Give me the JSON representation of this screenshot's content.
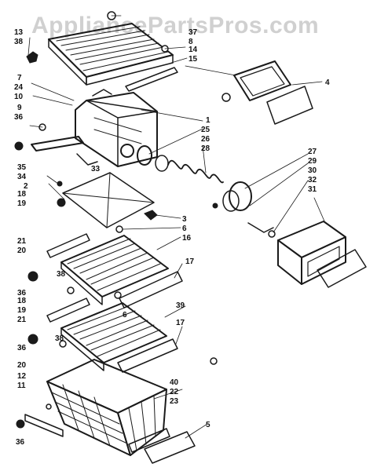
{
  "watermark": "AppliancePartsPros.com",
  "callouts": {
    "n13": "13",
    "n38a": "38",
    "n37": "37",
    "n8": "8",
    "n14": "14",
    "n15": "15",
    "n4": "4",
    "n7": "7",
    "n24": "24",
    "n10": "10",
    "n9": "9",
    "n36a": "36",
    "n1": "1",
    "n25": "25",
    "n26": "26",
    "n28": "28",
    "n33": "33",
    "n27": "27",
    "n29": "29",
    "n30": "30",
    "n32": "32",
    "n31": "31",
    "n35": "35",
    "n34": "34",
    "n2": "2",
    "n18a": "18",
    "n19a": "19",
    "n3": "3",
    "n6a": "6",
    "n16": "16",
    "n21a": "21",
    "n20a": "20",
    "n17a": "17",
    "n38b": "38",
    "n36b": "36",
    "n18b": "18",
    "n19b": "19",
    "n21b": "21",
    "n6b": "6",
    "n39": "39",
    "n17b": "17",
    "n38c": "38",
    "n36c": "36",
    "n20b": "20",
    "n12": "12",
    "n11": "11",
    "n40": "40",
    "n22": "22",
    "n23": "23",
    "n5": "5",
    "n36d": "36"
  }
}
